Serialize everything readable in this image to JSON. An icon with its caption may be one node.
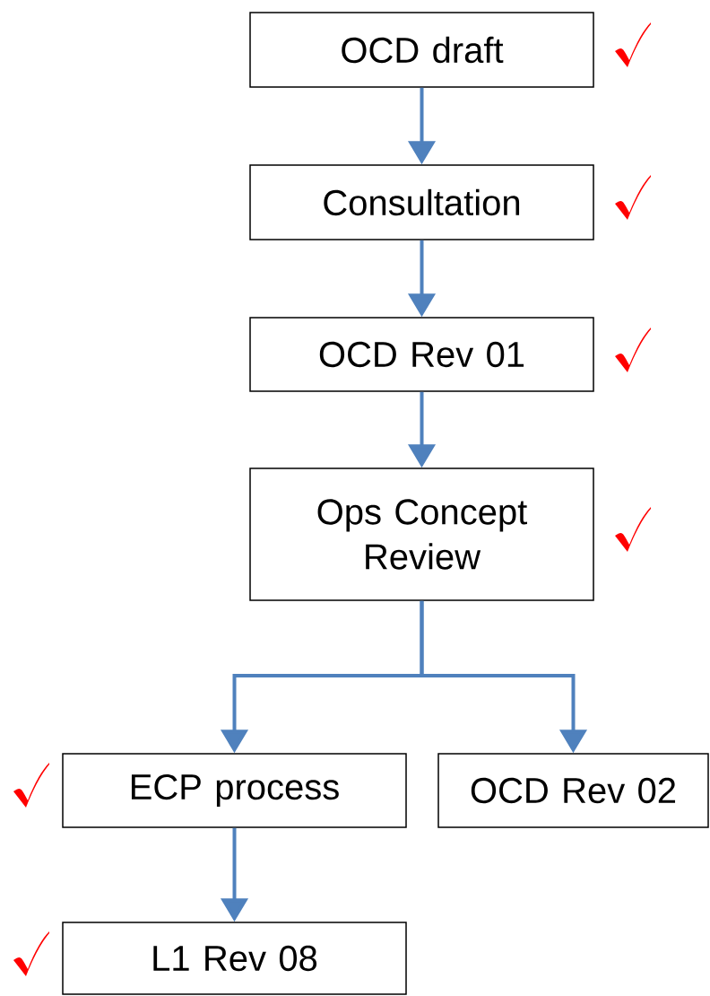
{
  "diagram": {
    "nodes": [
      {
        "text": [
          "OCD draft"
        ]
      },
      {
        "text": [
          "Consultation"
        ]
      },
      {
        "text": [
          "OCD Rev 01"
        ]
      },
      {
        "text": [
          "Ops Concept Review"
        ]
      },
      {
        "text": [
          "ECP process"
        ]
      },
      {
        "text": [
          "OCD Rev 02"
        ]
      },
      {
        "text": [
          "L1 Rev 08"
        ]
      }
    ],
    "edges": [
      {
        "from": 0,
        "to": 1,
        "arrow": "to"
      },
      {
        "from": 1,
        "to": 2,
        "arrow": "to"
      },
      {
        "from": 2,
        "to": 3,
        "arrow": "to"
      },
      {
        "from": 3,
        "to": 4,
        "arrow": "to"
      },
      {
        "from": 3,
        "to": 5,
        "arrow": "to"
      },
      {
        "from": 4,
        "to": 6,
        "arrow": "to"
      }
    ]
  }
}
